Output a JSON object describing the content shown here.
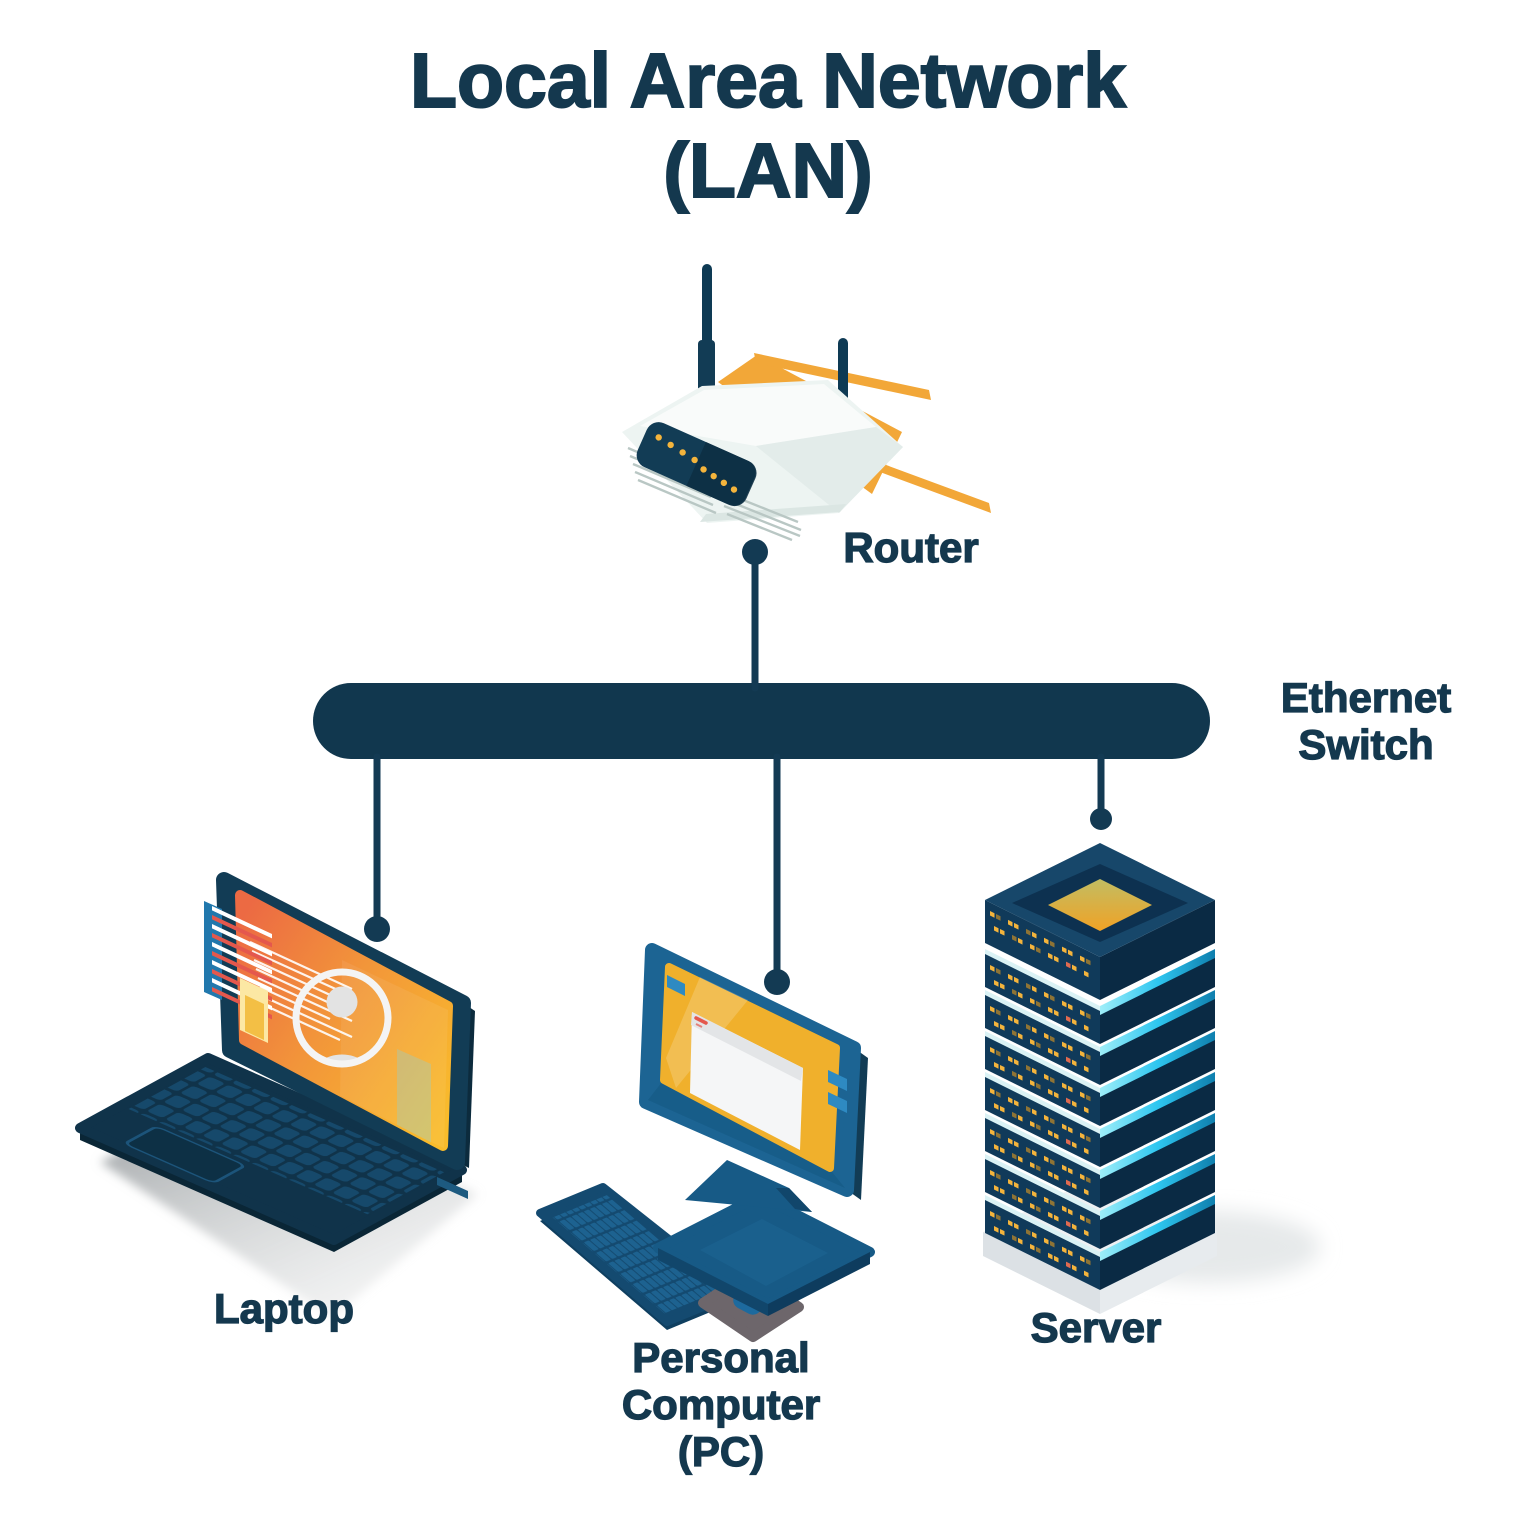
{
  "title": {
    "line1": "Local Area Network",
    "line2": "(LAN)"
  },
  "labels": {
    "router": "Router",
    "switch_line1": "Ethernet",
    "switch_line2": "Switch",
    "laptop": "Laptop",
    "pc_line1": "Personal",
    "pc_line2": "Computer",
    "pc_line3": "(PC)",
    "server": "Server"
  },
  "connections": [
    {
      "from": "Router",
      "to": "Ethernet Switch"
    },
    {
      "from": "Ethernet Switch",
      "to": "Laptop"
    },
    {
      "from": "Ethernet Switch",
      "to": "Personal Computer (PC)"
    },
    {
      "from": "Ethernet Switch",
      "to": "Server"
    }
  ],
  "colors": {
    "background": "#ffffff",
    "navy": "#14384e",
    "line_navy": "#133a53",
    "switch_bar": "#11374e",
    "router_yellow": "#f2a738",
    "router_body": "#edf4f2",
    "laptop_navy": "#123c55",
    "screen_orange_1": "#ec6a43",
    "screen_orange_2": "#f9bc2b",
    "pc_blue": "#1c6493",
    "keyboard_blue": "#144a70",
    "server_navy": "#103a5a",
    "glow_cyan": "#2ec6f0",
    "led_orange": "#f4b43c",
    "mousepad_gray": "#6d666b"
  }
}
